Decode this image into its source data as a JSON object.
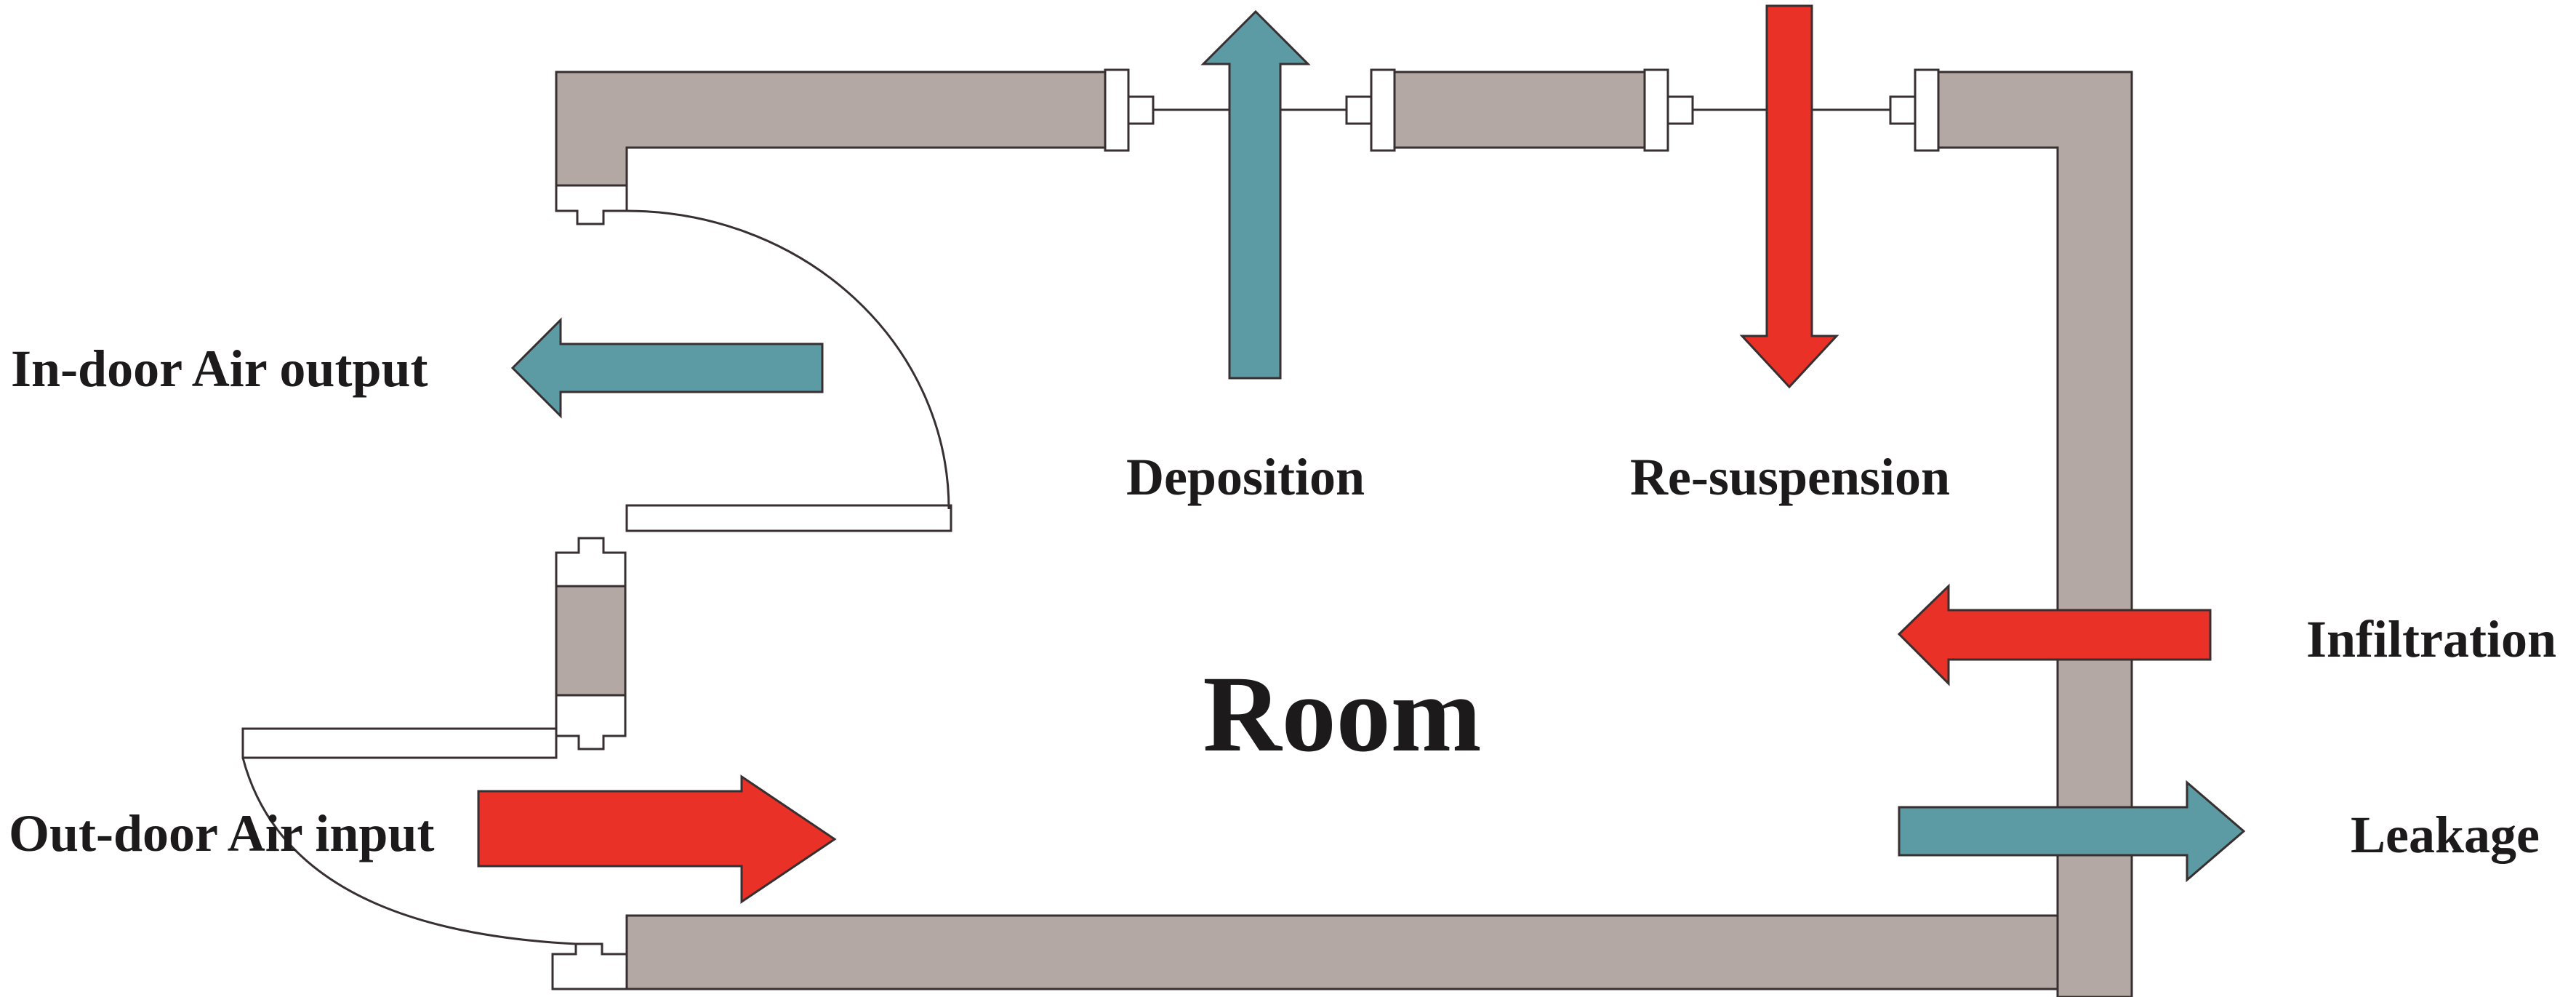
{
  "diagram": {
    "type": "indoor-air-particle-transport-schematic",
    "room_label": "Room",
    "labels": {
      "indoor_air_output": "In-door Air output",
      "outdoor_air_input": "Out-door Air input",
      "deposition": "Deposition",
      "resuspension": "Re-suspension",
      "infiltration": "Infiltration",
      "leakage": "Leakage"
    },
    "arrows": [
      {
        "name": "indoor-air-output",
        "label": "In-door Air output",
        "color": "teal",
        "direction": "left",
        "location": "upper-left door opening"
      },
      {
        "name": "outdoor-air-input",
        "label": "Out-door Air input",
        "color": "red",
        "direction": "right",
        "location": "lower-left door opening"
      },
      {
        "name": "deposition",
        "label": "Deposition",
        "color": "teal",
        "direction": "up",
        "location": "top wall window gap"
      },
      {
        "name": "resuspension",
        "label": "Re-suspension",
        "color": "red",
        "direction": "down",
        "location": "top wall window gap"
      },
      {
        "name": "infiltration",
        "label": "Infiltration",
        "color": "red",
        "direction": "left",
        "location": "through right wall"
      },
      {
        "name": "leakage",
        "label": "Leakage",
        "color": "teal",
        "direction": "right",
        "location": "through right wall"
      }
    ],
    "colors": {
      "teal": "#5d9ba4",
      "red": "#e93128",
      "wall": "#b3a8a3",
      "outline": "#372f30",
      "text": "#1c1a1b",
      "background": "#ffffff"
    }
  }
}
